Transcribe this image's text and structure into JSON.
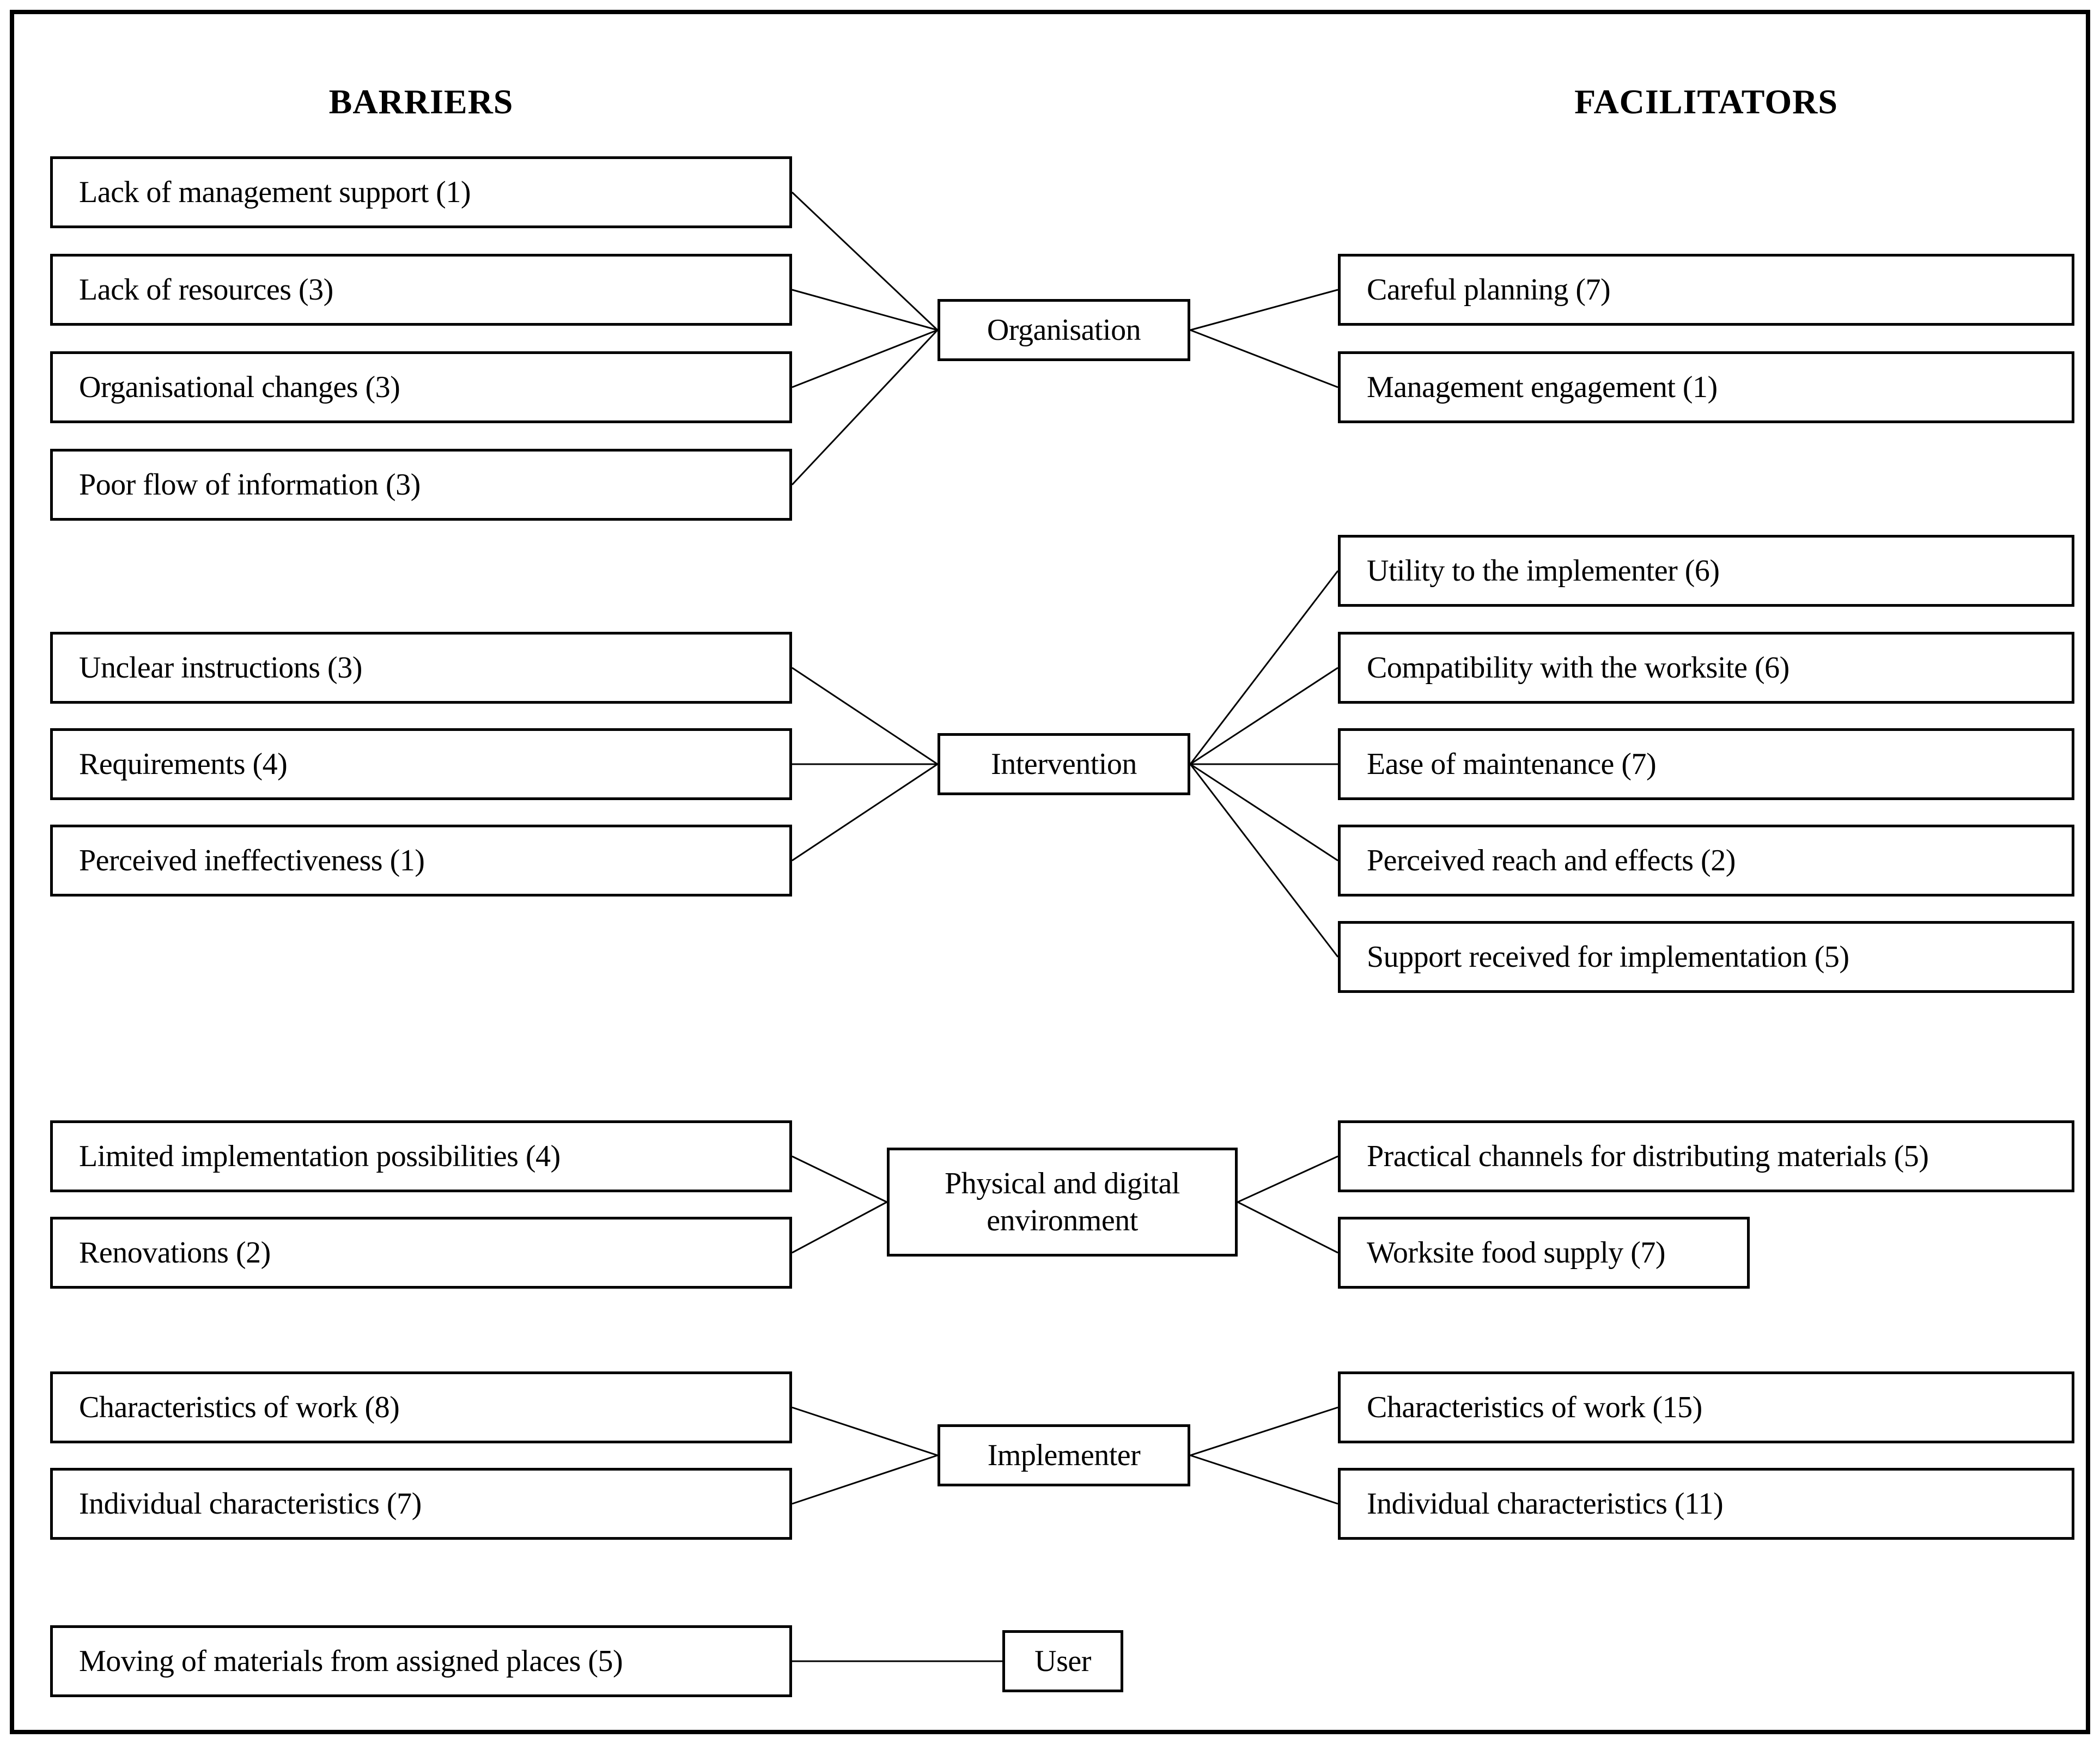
{
  "headings": {
    "barriers": "BARRIERS",
    "facilitators": "FACILITATORS"
  },
  "groups": [
    {
      "category": "Organisation",
      "barriers": [
        "Lack of management support (1)",
        "Lack of resources (3)",
        "Organisational changes (3)",
        "Poor flow of information (3)"
      ],
      "facilitators": [
        "Careful planning (7)",
        "Management engagement (1)"
      ]
    },
    {
      "category": "Intervention",
      "barriers": [
        "Unclear instructions (3)",
        "Requirements (4)",
        "Perceived ineffectiveness (1)"
      ],
      "facilitators": [
        "Utility to the implementer (6)",
        "Compatibility with the worksite (6)",
        "Ease of maintenance (7)",
        "Perceived reach and effects (2)",
        "Support received for implementation (5)"
      ]
    },
    {
      "category": "Physical and digital environment",
      "barriers": [
        "Limited implementation possibilities (4)",
        "Renovations (2)"
      ],
      "facilitators": [
        "Practical channels for distributing materials (5)",
        "Worksite food supply (7)"
      ]
    },
    {
      "category": "Implementer",
      "barriers": [
        "Characteristics of work (8)",
        "Individual characteristics (7)"
      ],
      "facilitators": [
        "Characteristics of work (15)",
        "Individual characteristics (11)"
      ]
    },
    {
      "category": "User",
      "barriers": [
        "Moving of materials from assigned places (5)"
      ],
      "facilitators": []
    }
  ],
  "colors": {
    "background": "#ffffff",
    "border": "#000000",
    "line": "#000000",
    "text": "#000000"
  }
}
